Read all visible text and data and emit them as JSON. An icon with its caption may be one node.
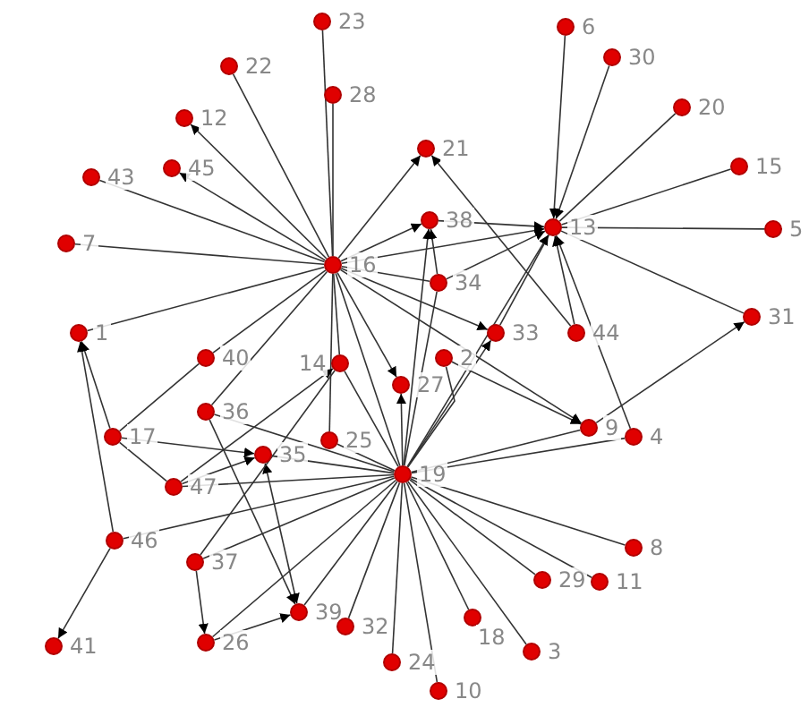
{
  "diagram": {
    "nodes": [
      {
        "text": [
          "23"
        ]
      },
      {
        "text": [
          "6"
        ]
      },
      {
        "text": [
          "30"
        ]
      },
      {
        "text": [
          "22"
        ]
      },
      {
        "text": [
          "28"
        ]
      },
      {
        "text": [
          "20"
        ]
      },
      {
        "text": [
          "12"
        ]
      },
      {
        "text": [
          "21"
        ]
      },
      {
        "text": [
          "15"
        ]
      },
      {
        "text": [
          "45"
        ]
      },
      {
        "text": [
          "43"
        ]
      },
      {
        "text": [
          "38"
        ]
      },
      {
        "text": [
          "13"
        ]
      },
      {
        "text": [
          "5"
        ]
      },
      {
        "text": [
          "7"
        ]
      },
      {
        "text": [
          "16"
        ]
      },
      {
        "text": [
          "34"
        ]
      },
      {
        "text": [
          "31"
        ]
      },
      {
        "text": [
          "1"
        ]
      },
      {
        "text": [
          "33"
        ]
      },
      {
        "text": [
          "44"
        ]
      },
      {
        "text": [
          "40"
        ]
      },
      {
        "text": [
          "2"
        ]
      },
      {
        "text": [
          "14"
        ]
      },
      {
        "text": [
          "27"
        ]
      },
      {
        "text": [
          "36"
        ]
      },
      {
        "text": [
          "9"
        ]
      },
      {
        "text": [
          "4"
        ]
      },
      {
        "text": [
          "17"
        ]
      },
      {
        "text": [
          "25"
        ]
      },
      {
        "text": [
          "35"
        ]
      },
      {
        "text": [
          "19"
        ]
      },
      {
        "text": [
          "47"
        ]
      },
      {
        "text": [
          "46"
        ]
      },
      {
        "text": [
          "8"
        ]
      },
      {
        "text": [
          "37"
        ]
      },
      {
        "text": [
          "29"
        ]
      },
      {
        "text": [
          "11"
        ]
      },
      {
        "text": [
          "39"
        ]
      },
      {
        "text": [
          "32"
        ]
      },
      {
        "text": [
          "18"
        ]
      },
      {
        "text": [
          "26"
        ]
      },
      {
        "text": [
          "41"
        ]
      },
      {
        "text": [
          "3"
        ]
      },
      {
        "text": [
          "24"
        ]
      },
      {
        "text": [
          "10"
        ]
      }
    ],
    "edges": [
      {
        "from": 0,
        "to": 15,
        "arrow": "none"
      },
      {
        "from": 4,
        "to": 15,
        "arrow": "none"
      },
      {
        "from": 3,
        "to": 15,
        "arrow": "none"
      },
      {
        "from": 15,
        "to": 6,
        "arrow": "to"
      },
      {
        "from": 15,
        "to": 9,
        "arrow": "to"
      },
      {
        "from": 10,
        "to": 15,
        "arrow": "none"
      },
      {
        "from": 14,
        "to": 15,
        "arrow": "none"
      },
      {
        "from": 18,
        "to": 15,
        "arrow": "none"
      },
      {
        "from": 21,
        "to": 15,
        "arrow": "none"
      },
      {
        "from": 15,
        "to": 7,
        "arrow": "to"
      },
      {
        "from": 15,
        "to": 11,
        "arrow": "to"
      },
      {
        "from": 15,
        "to": 12,
        "arrow": "to"
      },
      {
        "from": 15,
        "to": 16,
        "arrow": "none"
      },
      {
        "from": 15,
        "to": 19,
        "arrow": "to"
      },
      {
        "from": 15,
        "to": 26,
        "arrow": "to"
      },
      {
        "from": 15,
        "to": 23,
        "arrow": "none"
      },
      {
        "from": 15,
        "to": 24,
        "arrow": "to"
      },
      {
        "from": 15,
        "to": 29,
        "arrow": "none"
      },
      {
        "from": 15,
        "to": 31,
        "arrow": "none"
      },
      {
        "from": 25,
        "to": 15,
        "arrow": "none"
      },
      {
        "from": 1,
        "to": 12,
        "arrow": "to"
      },
      {
        "from": 2,
        "to": 12,
        "arrow": "to"
      },
      {
        "from": 5,
        "to": 12,
        "arrow": "none"
      },
      {
        "from": 8,
        "to": 12,
        "arrow": "none"
      },
      {
        "from": 13,
        "to": 12,
        "arrow": "none"
      },
      {
        "from": 17,
        "to": 12,
        "arrow": "none"
      },
      {
        "from": 20,
        "to": 12,
        "arrow": "to"
      },
      {
        "from": 27,
        "to": 12,
        "arrow": "to"
      },
      {
        "from": 11,
        "to": 12,
        "arrow": "to"
      },
      {
        "from": 16,
        "to": 12,
        "arrow": "to"
      },
      {
        "from": 19,
        "to": 12,
        "arrow": "none"
      },
      {
        "from": 20,
        "to": 7,
        "arrow": "to"
      },
      {
        "from": 16,
        "to": 11,
        "arrow": "to"
      },
      {
        "from": 31,
        "to": 19,
        "arrow": "to"
      },
      {
        "from": 31,
        "to": 12,
        "arrow": "to"
      },
      {
        "from": 31,
        "to": 11,
        "arrow": "to"
      },
      {
        "from": 31,
        "to": 24,
        "arrow": "to"
      },
      {
        "from": 31,
        "to": 22,
        "arrow": "none"
      },
      {
        "from": 31,
        "to": 23,
        "arrow": "none"
      },
      {
        "from": 31,
        "to": 29,
        "arrow": "none"
      },
      {
        "from": 31,
        "to": 16,
        "arrow": "none"
      },
      {
        "from": 26,
        "to": 31,
        "arrow": "none"
      },
      {
        "from": 27,
        "to": 31,
        "arrow": "none"
      },
      {
        "from": 34,
        "to": 31,
        "arrow": "none"
      },
      {
        "from": 37,
        "to": 31,
        "arrow": "none"
      },
      {
        "from": 36,
        "to": 31,
        "arrow": "none"
      },
      {
        "from": 43,
        "to": 31,
        "arrow": "none"
      },
      {
        "from": 40,
        "to": 31,
        "arrow": "none"
      },
      {
        "from": 45,
        "to": 31,
        "arrow": "none"
      },
      {
        "from": 44,
        "to": 31,
        "arrow": "none"
      },
      {
        "from": 39,
        "to": 31,
        "arrow": "none"
      },
      {
        "from": 38,
        "to": 31,
        "arrow": "none"
      },
      {
        "from": 41,
        "to": 31,
        "arrow": "none"
      },
      {
        "from": 35,
        "to": 31,
        "arrow": "none"
      },
      {
        "from": 33,
        "to": 31,
        "arrow": "none"
      },
      {
        "from": 32,
        "to": 31,
        "arrow": "none"
      },
      {
        "from": 30,
        "to": 31,
        "arrow": "none"
      },
      {
        "from": 25,
        "to": 31,
        "arrow": "none"
      },
      {
        "from": 26,
        "to": 17,
        "arrow": "to"
      },
      {
        "from": 22,
        "to": 26,
        "arrow": "to"
      },
      {
        "from": 28,
        "to": 18,
        "arrow": "to"
      },
      {
        "from": 28,
        "to": 30,
        "arrow": "to"
      },
      {
        "from": 28,
        "to": 32,
        "arrow": "none"
      },
      {
        "from": 28,
        "to": 21,
        "arrow": "none"
      },
      {
        "from": 33,
        "to": 18,
        "arrow": "to"
      },
      {
        "from": 33,
        "to": 42,
        "arrow": "to"
      },
      {
        "from": 32,
        "to": 23,
        "arrow": "to"
      },
      {
        "from": 32,
        "to": 30,
        "arrow": "to"
      },
      {
        "from": 25,
        "to": 38,
        "arrow": "to"
      },
      {
        "from": 30,
        "to": 38,
        "arrow": "both"
      },
      {
        "from": 35,
        "to": 41,
        "arrow": "to"
      },
      {
        "from": 41,
        "to": 38,
        "arrow": "to"
      },
      {
        "from": 35,
        "to": 23,
        "arrow": "none"
      }
    ]
  }
}
